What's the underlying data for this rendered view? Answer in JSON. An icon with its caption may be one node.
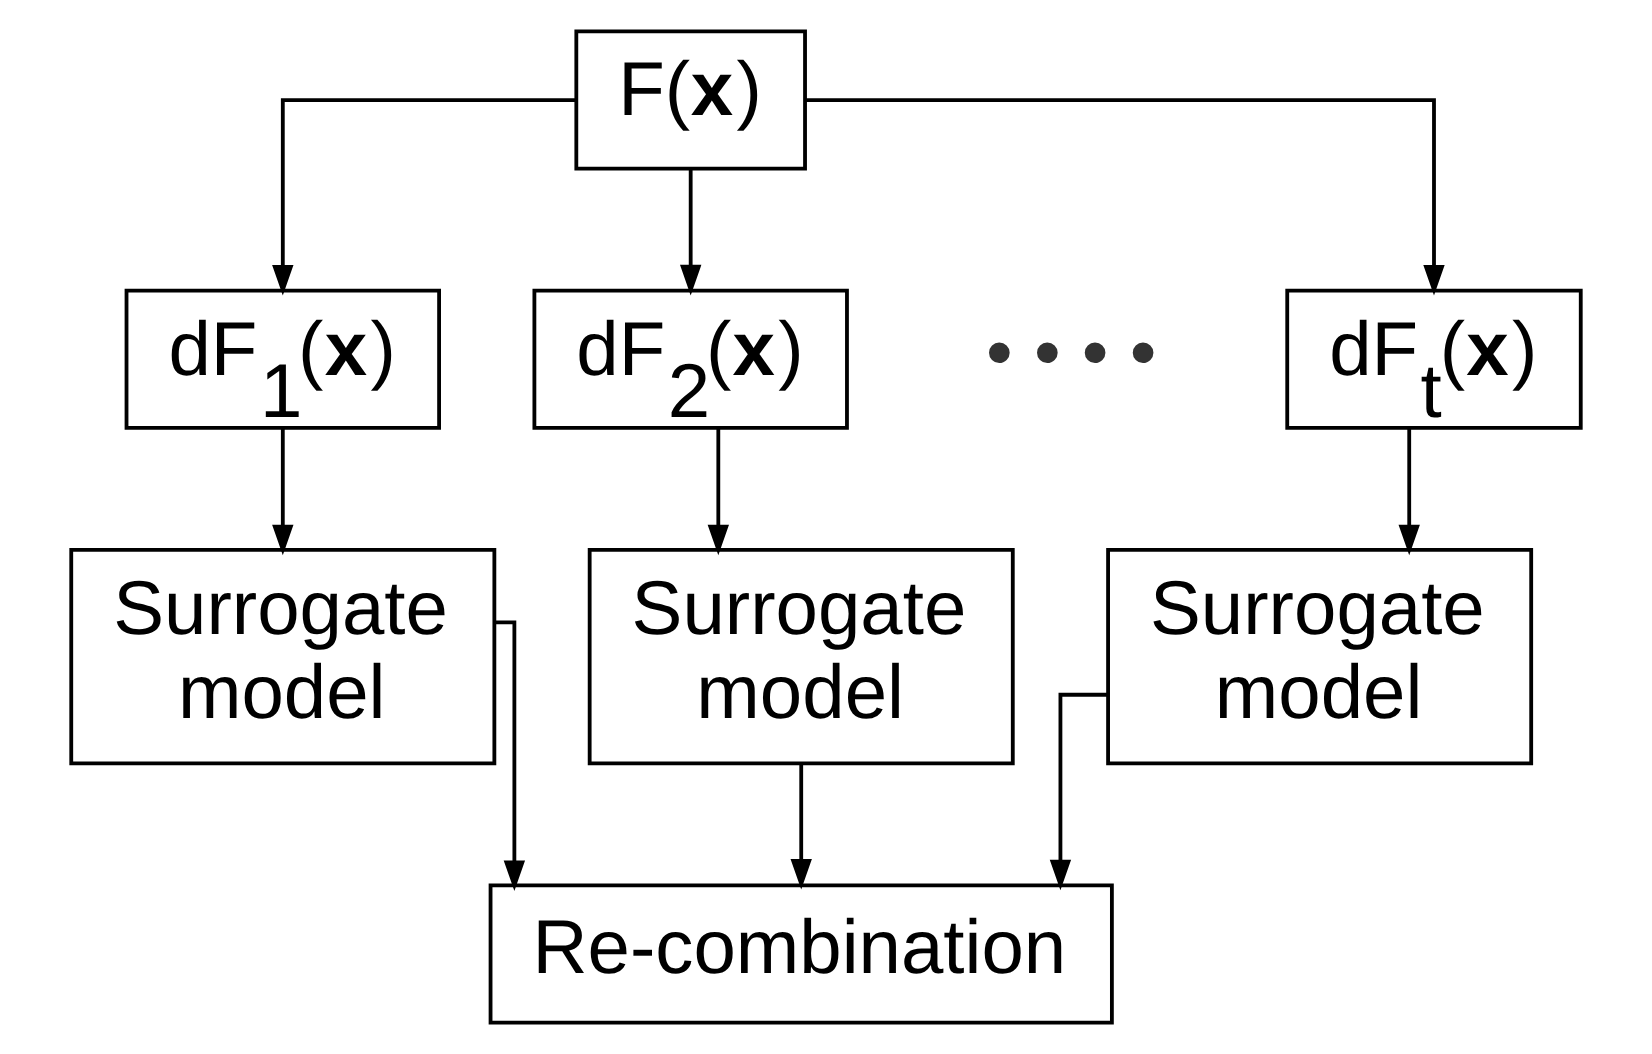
{
  "diagram": {
    "nodes": [
      {
        "text": [
          "F(**x**)"
        ]
      },
      {
        "text": [
          "dF$_{1}$(**x**)"
        ]
      },
      {
        "text": [
          "dF$_{2}$(**x**)"
        ]
      },
      {
        "text": [
          "dF$_{t}$(**x**)"
        ]
      },
      {
        "text": [
          "Surrogate model"
        ]
      },
      {
        "text": [
          "Surrogate model"
        ]
      },
      {
        "text": [
          "Surrogate model"
        ]
      },
      {
        "text": [
          "Re-combination"
        ]
      }
    ],
    "edges": [
      {
        "from": 0,
        "to": 1,
        "arrow": "to"
      },
      {
        "from": 0,
        "to": 2,
        "arrow": "to"
      },
      {
        "from": 0,
        "to": 3,
        "arrow": "to"
      },
      {
        "from": 1,
        "to": 4,
        "arrow": "to"
      },
      {
        "from": 2,
        "to": 5,
        "arrow": "to"
      },
      {
        "from": 3,
        "to": 6,
        "arrow": "to"
      },
      {
        "from": 4,
        "to": 7,
        "arrow": "to"
      },
      {
        "from": 5,
        "to": 7,
        "arrow": "to"
      },
      {
        "from": 6,
        "to": 7,
        "arrow": "to"
      }
    ],
    "labels": [
      "• • • •"
    ]
  }
}
